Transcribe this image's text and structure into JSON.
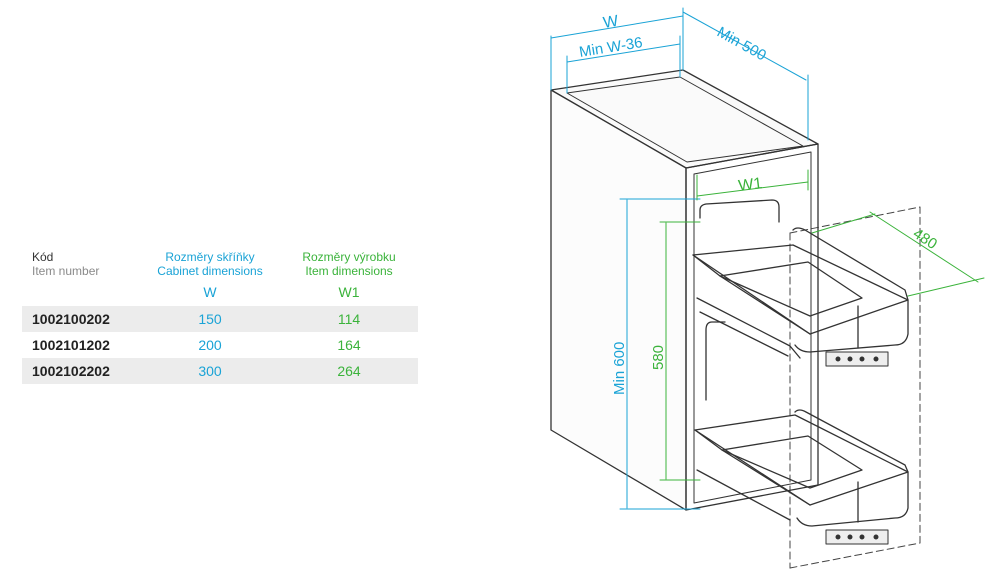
{
  "table": {
    "headers": {
      "code_cz": "Kód",
      "code_en": "Item number",
      "cabinet_cz": "Rozměry skříňky",
      "cabinet_en": "Cabinet dimensions",
      "cabinet_symbol": "W",
      "item_cz": "Rozměry výrobku",
      "item_en": "Item dimensions",
      "item_symbol": "W1"
    },
    "rows": [
      {
        "code": "1002100202",
        "w": "150",
        "w1": "114"
      },
      {
        "code": "1002101202",
        "w": "200",
        "w1": "164"
      },
      {
        "code": "1002102202",
        "w": "300",
        "w1": "264"
      }
    ]
  },
  "drawing": {
    "labels": {
      "w": "W",
      "min_w36": "Min W-36",
      "min500": "Min 500",
      "w1": "W1",
      "d480": "480",
      "min600": "Min 600",
      "h580": "580"
    },
    "colors": {
      "cyan": "#1aa3d6",
      "green": "#3bb33b",
      "line": "#333333"
    }
  }
}
